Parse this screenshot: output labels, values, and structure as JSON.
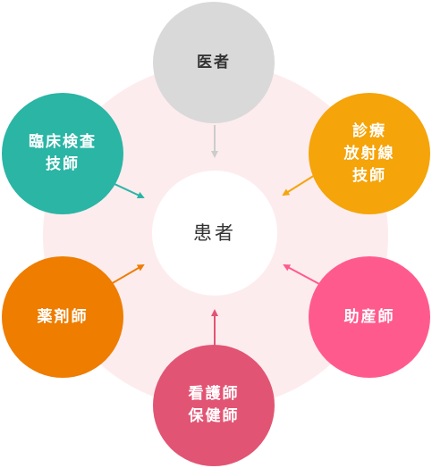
{
  "center": {
    "label": "患者"
  },
  "nodes": {
    "doctor": {
      "lines": [
        "医者"
      ],
      "color": "#d9d9d9"
    },
    "radio": {
      "lines": [
        "診療",
        "放射線",
        "技師"
      ],
      "color": "#f5a40a"
    },
    "midwife": {
      "lines": [
        "助産師"
      ],
      "color": "#ff5a8e"
    },
    "nurse": {
      "lines": [
        "看護師",
        "保健師"
      ],
      "color": "#e25473"
    },
    "pharm": {
      "lines": [
        "薬剤師"
      ],
      "color": "#ee7d00"
    },
    "lab": {
      "lines": [
        "臨床検査",
        "技師"
      ],
      "color": "#2ab5a5"
    }
  },
  "background_color": "#fdecee"
}
